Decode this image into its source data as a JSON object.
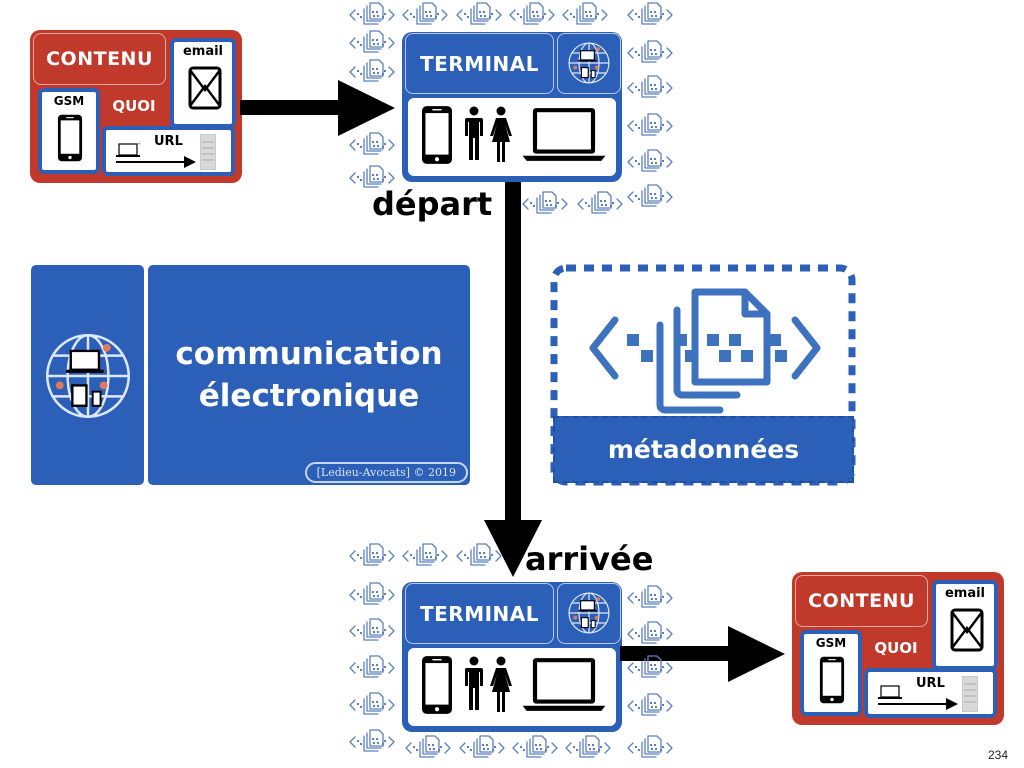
{
  "colors": {
    "red": "#c1392b",
    "blue": "#2b5fb8",
    "black": "#000000"
  },
  "content_card_top": {
    "title": "CONTENU",
    "subtitle": "QUOI",
    "email_label": "email",
    "gsm_label": "GSM",
    "url_label": "URL",
    "icons": [
      "envelope-icon",
      "smartphone-icon",
      "laptop-icon",
      "server-icon",
      "arrow-right-icon"
    ]
  },
  "content_card_bottom": {
    "title": "CONTENU",
    "subtitle": "QUOI",
    "email_label": "email",
    "gsm_label": "GSM",
    "url_label": "URL",
    "icons": [
      "envelope-icon",
      "smartphone-icon",
      "laptop-icon",
      "server-icon",
      "arrow-right-icon"
    ]
  },
  "terminal_top": {
    "title": "TERMINAL",
    "flow_label": "départ",
    "icons": [
      "globe-icon",
      "smartphone-icon",
      "man-icon",
      "woman-icon",
      "laptop-icon"
    ]
  },
  "terminal_bottom": {
    "title": "TERMINAL",
    "flow_label": "arrivée",
    "icons": [
      "globe-icon",
      "smartphone-icon",
      "man-icon",
      "woman-icon",
      "laptop-icon"
    ]
  },
  "communication": {
    "line1": "communication",
    "line2": "électronique",
    "copyright": "[Ledieu-Avocats] © 2019",
    "icon": "globe-devices-icon"
  },
  "metadata_block": {
    "label": "métadonnées",
    "icon": "metadata-files-icon"
  },
  "page_number": "234"
}
